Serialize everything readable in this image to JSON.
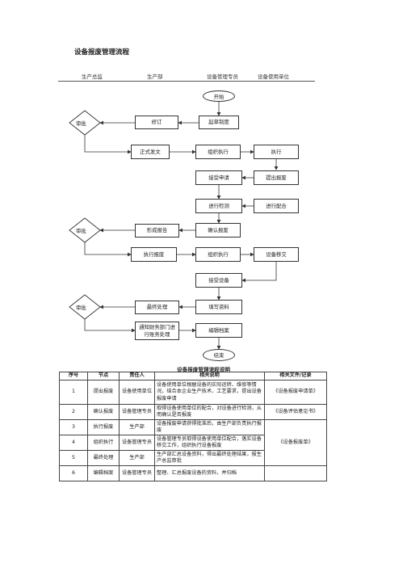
{
  "page": {
    "title": "设备报废管理流程"
  },
  "lanes": [
    "生产总监",
    "生产部",
    "设备管理专员",
    "设备使用单位"
  ],
  "nodes": {
    "start": "开始",
    "approve1": "审批",
    "revise": "修订",
    "draft": "起草制度",
    "publish": "正式发文",
    "organize1": "组织执行",
    "execute": "执行",
    "receive_req": "接受申请",
    "apply_scrap": "提出报废",
    "inspect": "进行检测",
    "cooperate": "进行配合",
    "approve2": "审批",
    "form_report": "形成报告",
    "confirm_scrap": "确认报废",
    "execute_scrap": "执行报废",
    "organize2": "组织执行",
    "transfer": "设备移交",
    "receive_equip": "接受设备",
    "approve3": "审批",
    "final_process": "最终处理",
    "fill_info": "填写资料",
    "notify_finance": "通知财务部门进行账务处理",
    "compile_archive": "编辑档案",
    "end": "结束"
  },
  "table": {
    "title": "设备报废管理流程说明",
    "headers": [
      "序号",
      "节点",
      "责任人",
      "相关说明",
      "相关文件/记录"
    ],
    "rows": [
      [
        "1",
        "提出报废",
        "设备使用单位",
        "设备使用单位根据设备的实际运转、维修等情况，结合本企业生产技术、工艺要求，提出设备报废申请",
        "《设备报废申请单》"
      ],
      [
        "2",
        "确认报废",
        "设备管理专员",
        "取得设备使用单位的配合，对设备进行检测，从而确认是否报废",
        "《设备评估意见书》"
      ],
      [
        "3",
        "执行报废",
        "生产部",
        "设备报废申请获得批准后，由生产部负责执行报废",
        ""
      ],
      [
        "4",
        "组织执行",
        "设备管理专员",
        "设备管理专员取得设备使用单位配合，落实设备移交工作，组织执行设备报废",
        "《设备报废单》"
      ],
      [
        "5",
        "最终处理",
        "生产部",
        "生产部汇总设备资料，得出最终处理结果，报生产总监审批",
        ""
      ],
      [
        "6",
        "编辑档案",
        "设备管理专员",
        "整理、汇总报废设备的资料，并归档",
        ""
      ]
    ]
  }
}
